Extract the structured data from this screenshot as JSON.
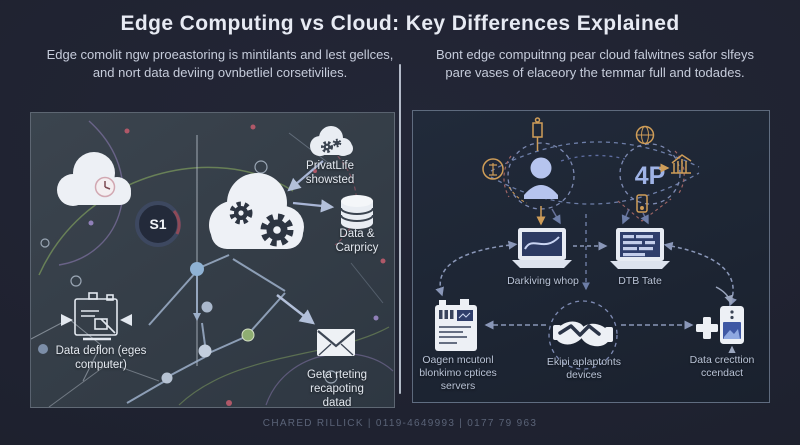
{
  "header": {
    "title": "Edge Computing vs Cloud: Key Differences Explained"
  },
  "intro": {
    "left": "Edge comolit ngw proeastoring is mintilants and lest gellces, and nort data deviing ovnbetliel corsetivilies.",
    "right": "Bont edge compuitnng pear cloud falwitnes safor slfeys pare vases of elaceory the temmar full and todades."
  },
  "left_panel": {
    "labels": {
      "cloud_badge": "S1",
      "private_life": "PrivatLife showsted",
      "data_capacity": "Data & Carpricy",
      "data_device": "Data deflon (eges computer)",
      "reporting": "Geta rteting recapoting datad"
    }
  },
  "right_panel": {
    "labels": {
      "glyph": "4P",
      "laptop_left": "Darkiving whop",
      "laptop_right": "DTB Tate",
      "servers": "Oagen mcutonl blonkimo cptices servers",
      "devices": "Ekipi aplaptonts devices",
      "collection": "Data crecttion ccendact"
    }
  },
  "footer": {
    "text": "CHARED RILLICK  |  0119-4649993  |  0177 79 963"
  },
  "colors": {
    "page_bg": "#1f2230",
    "left_panel_bg": "#353e47",
    "right_panel_bg": "#1e2634",
    "divider": "#c7cfdc",
    "accent_orange": "#cf9d58",
    "dashed_blue": "#8a97b8",
    "dashed_red": "#a06565",
    "icon_white": "#edf0f5",
    "person_blue": "#b6c4ee",
    "network_green": "#7e9b5c",
    "network_purple": "#8a7ab0"
  }
}
